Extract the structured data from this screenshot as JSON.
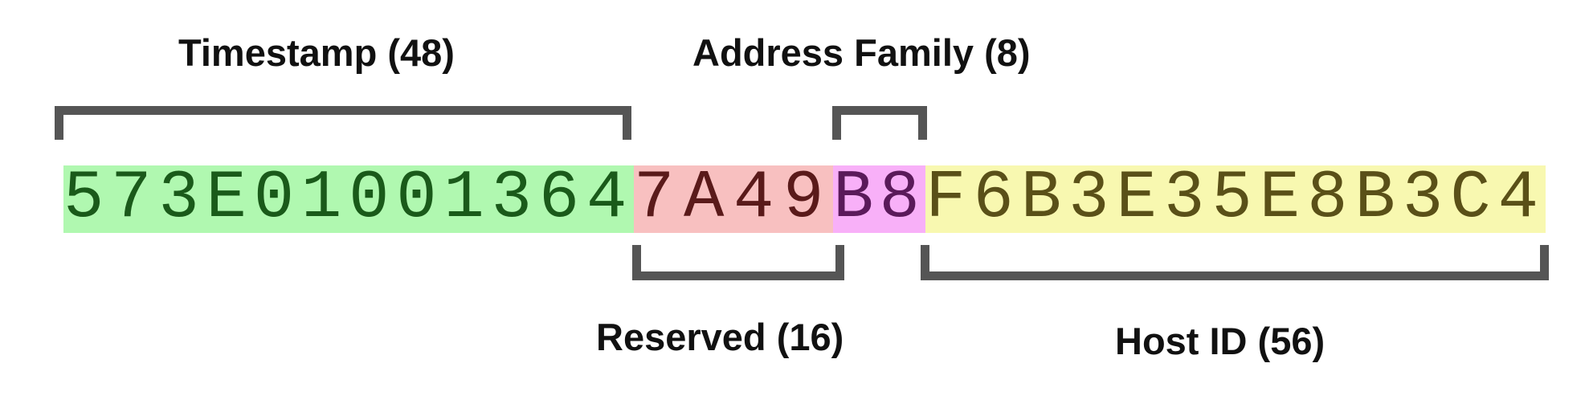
{
  "fields": {
    "timestamp": {
      "label": "Timestamp (48)",
      "hex": "573E01001364",
      "bg_color": "#b0f8b0",
      "text_color": "#1a5a1a"
    },
    "reserved": {
      "label": "Reserved (16)",
      "hex": "7A49",
      "bg_color": "#f8c0c0",
      "text_color": "#5a1a1a"
    },
    "address_family": {
      "label": "Address Family (8)",
      "hex": "B8",
      "bg_color": "#f8b0f8",
      "text_color": "#5a1a5a"
    },
    "host_id": {
      "label": "Host ID (56)",
      "hex": "F6B3E35E8B3C4",
      "bg_color": "#f8f8b0",
      "text_color": "#5a5018"
    }
  },
  "bracket_color": "#555555"
}
